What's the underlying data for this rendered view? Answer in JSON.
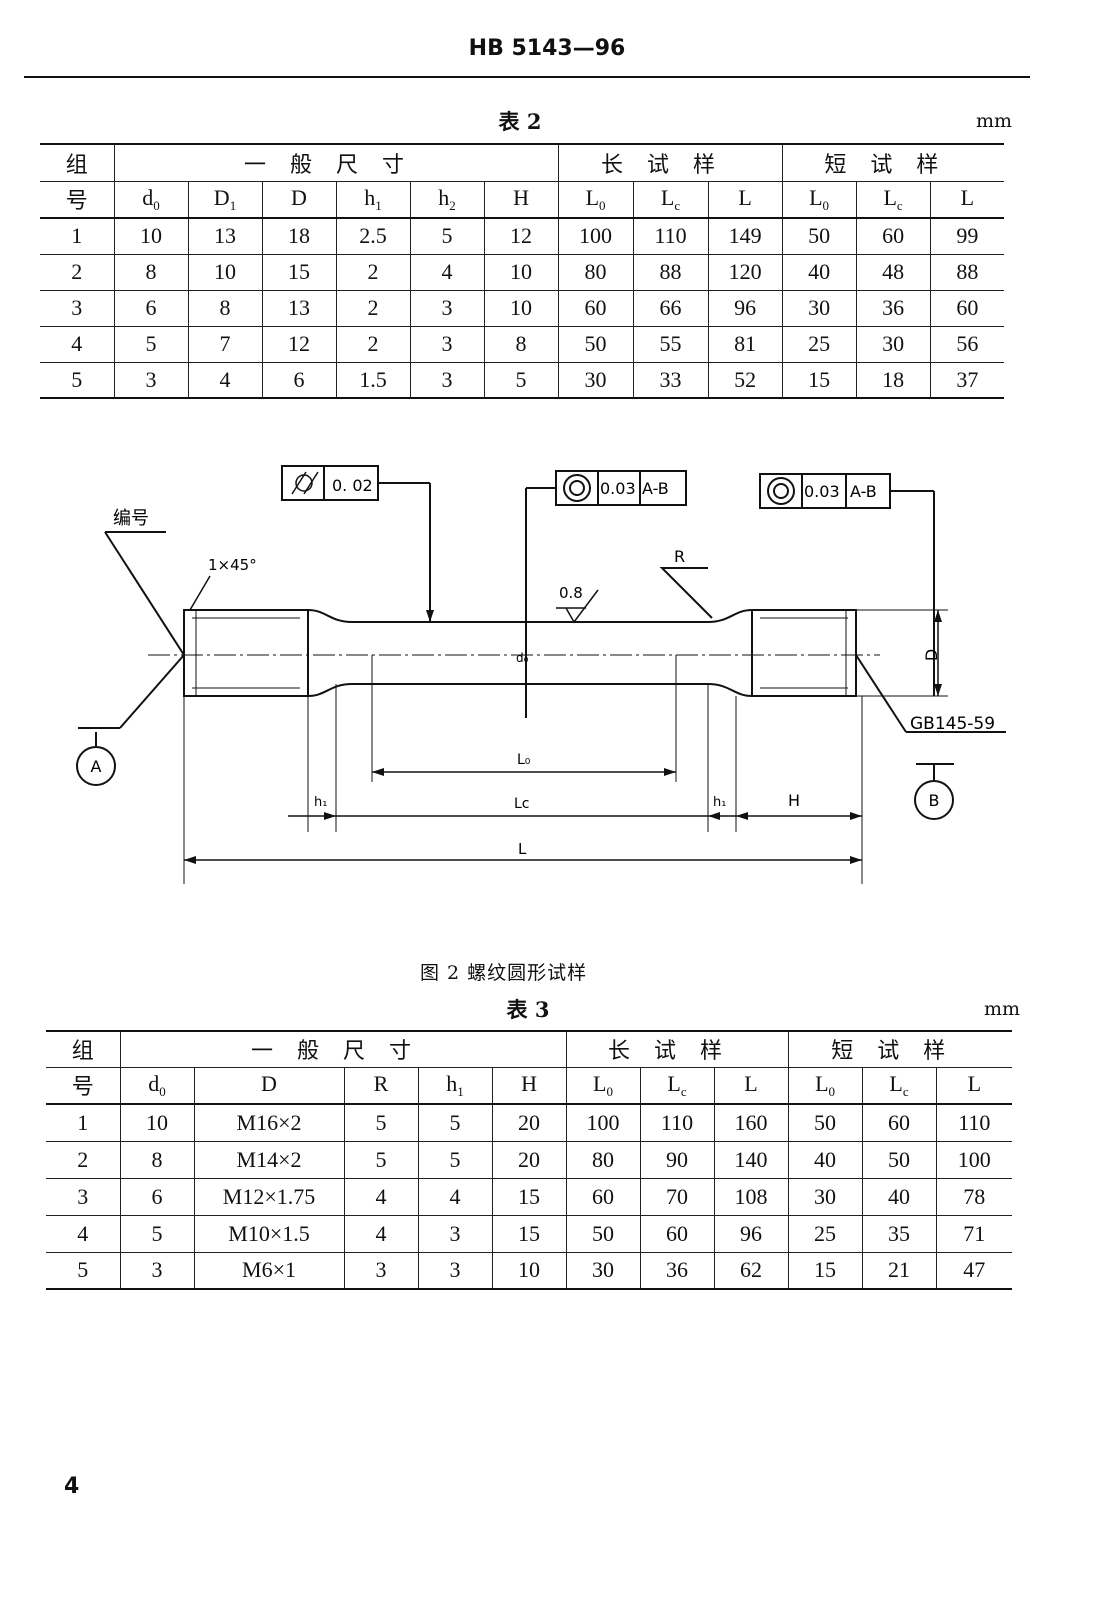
{
  "header": {
    "standard_no": "HB 5143—96"
  },
  "table2": {
    "caption": "表 2",
    "unit": "mm",
    "row_header": [
      "组",
      "号"
    ],
    "group_headers": [
      "一般尺寸",
      "长试样",
      "短试样"
    ],
    "cols": [
      {
        "b": "d",
        "s": "0"
      },
      {
        "b": "D",
        "s": "1"
      },
      {
        "b": "D",
        "s": ""
      },
      {
        "b": "h",
        "s": "1"
      },
      {
        "b": "h",
        "s": "2"
      },
      {
        "b": "H",
        "s": ""
      },
      {
        "b": "L",
        "s": "0"
      },
      {
        "b": "L",
        "s": "c"
      },
      {
        "b": "L",
        "s": ""
      },
      {
        "b": "L",
        "s": "0"
      },
      {
        "b": "L",
        "s": "c"
      },
      {
        "b": "L",
        "s": ""
      }
    ],
    "rows": [
      [
        "1",
        "10",
        "13",
        "18",
        "2.5",
        "5",
        "12",
        "100",
        "110",
        "149",
        "50",
        "60",
        "99"
      ],
      [
        "2",
        "8",
        "10",
        "15",
        "2",
        "4",
        "10",
        "80",
        "88",
        "120",
        "40",
        "48",
        "88"
      ],
      [
        "3",
        "6",
        "8",
        "13",
        "2",
        "3",
        "10",
        "60",
        "66",
        "96",
        "30",
        "36",
        "60"
      ],
      [
        "4",
        "5",
        "7",
        "12",
        "2",
        "3",
        "8",
        "50",
        "55",
        "81",
        "25",
        "30",
        "56"
      ],
      [
        "5",
        "3",
        "4",
        "6",
        "1.5",
        "3",
        "5",
        "30",
        "33",
        "52",
        "15",
        "18",
        "37"
      ]
    ]
  },
  "figure": {
    "caption": "图 2   螺纹圆形试样",
    "labels": {
      "serial": "编号",
      "chamfer": "1×45°",
      "flatness_tol": "0. 02",
      "runout_tol": "0.03",
      "datum_ref": "A-B",
      "radius": "R",
      "roughness": "0.8",
      "dia_label": "d₀",
      "D": "D",
      "std_ref": "GB145-59",
      "L0": "L₀",
      "Lc": "Lc",
      "h1": "h₁",
      "H": "H",
      "L": "L",
      "datum_a": "A",
      "datum_b": "B"
    }
  },
  "table3": {
    "caption": "表 3",
    "unit": "mm",
    "row_header": [
      "组",
      "号"
    ],
    "group_headers": [
      "一般尺寸",
      "长试样",
      "短试样"
    ],
    "cols": [
      {
        "b": "d",
        "s": "0"
      },
      {
        "b": "D",
        "s": ""
      },
      {
        "b": "R",
        "s": ""
      },
      {
        "b": "h",
        "s": "1"
      },
      {
        "b": "H",
        "s": ""
      },
      {
        "b": "L",
        "s": "0"
      },
      {
        "b": "L",
        "s": "c"
      },
      {
        "b": "L",
        "s": ""
      },
      {
        "b": "L",
        "s": "0"
      },
      {
        "b": "L",
        "s": "c"
      },
      {
        "b": "L",
        "s": ""
      }
    ],
    "rows": [
      [
        "1",
        "10",
        "M16×2",
        "5",
        "5",
        "20",
        "100",
        "110",
        "160",
        "50",
        "60",
        "110"
      ],
      [
        "2",
        "8",
        "M14×2",
        "5",
        "5",
        "20",
        "80",
        "90",
        "140",
        "40",
        "50",
        "100"
      ],
      [
        "3",
        "6",
        "M12×1.75",
        "4",
        "4",
        "15",
        "60",
        "70",
        "108",
        "30",
        "40",
        "78"
      ],
      [
        "4",
        "5",
        "M10×1.5",
        "4",
        "3",
        "15",
        "50",
        "60",
        "96",
        "25",
        "35",
        "71"
      ],
      [
        "5",
        "3",
        "M6×1",
        "3",
        "3",
        "10",
        "30",
        "36",
        "62",
        "15",
        "21",
        "47"
      ]
    ]
  },
  "footer": {
    "page_number": "4"
  }
}
